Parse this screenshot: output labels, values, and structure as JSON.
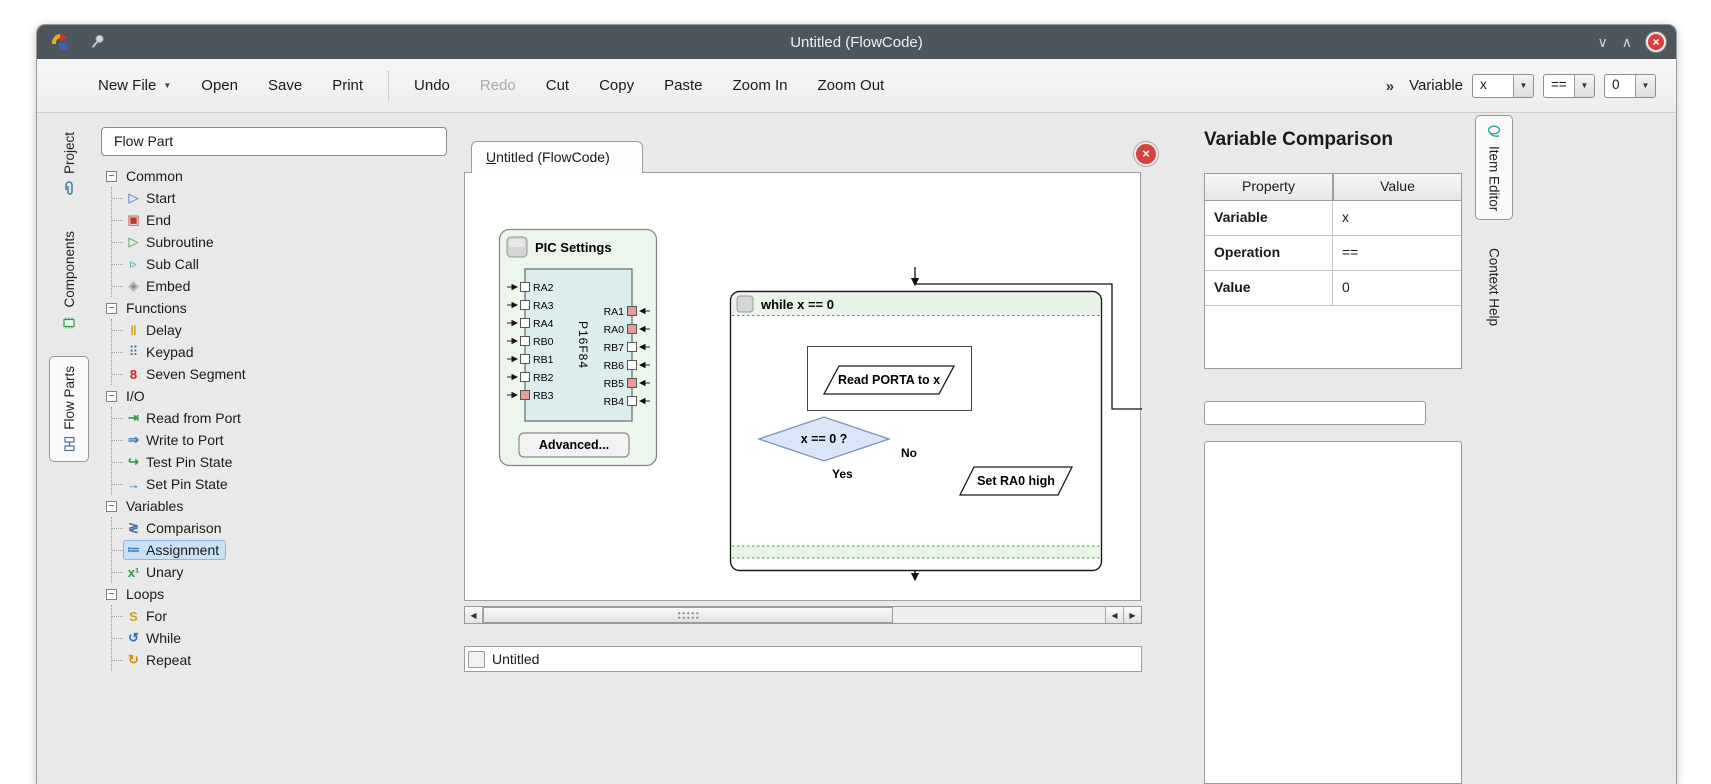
{
  "colors": {
    "titlebar": "#4d565c",
    "selection": "#c9e0f7",
    "loop_green": "#e8f4e8",
    "decision_blue": "#d9e6f7",
    "close_red": "#d6423e"
  },
  "titlebar": {
    "title": "Untitled (FlowCode)",
    "minimize_glyph": "∨",
    "maximize_glyph": "∧",
    "close_glyph": "×"
  },
  "toolbar": {
    "buttons": {
      "new_file": "New File",
      "open": "Open",
      "save": "Save",
      "print": "Print",
      "undo": "Undo",
      "redo": "Redo",
      "cut": "Cut",
      "copy": "Copy",
      "paste": "Paste",
      "zoom_in": "Zoom In",
      "zoom_out": "Zoom Out"
    },
    "overflow_glyph": "»",
    "dropdown_glyph": "▼",
    "variable_label": "Variable",
    "combos": {
      "variable": "x",
      "operation": "==",
      "value": "0"
    }
  },
  "left_tabs": {
    "project": "Project",
    "components": "Components",
    "flow_parts": "Flow Parts"
  },
  "flow_panel": {
    "header": "Flow Part",
    "selected_item": "Assignment",
    "groups": [
      {
        "label": "Common",
        "items": [
          {
            "label": "Start"
          },
          {
            "label": "End"
          },
          {
            "label": "Subroutine"
          },
          {
            "label": "Sub Call"
          },
          {
            "label": "Embed"
          }
        ]
      },
      {
        "label": "Functions",
        "items": [
          {
            "label": "Delay"
          },
          {
            "label": "Keypad"
          },
          {
            "label": "Seven Segment"
          }
        ]
      },
      {
        "label": "I/O",
        "items": [
          {
            "label": "Read from Port"
          },
          {
            "label": "Write to Port"
          },
          {
            "label": "Test Pin State"
          },
          {
            "label": "Set Pin State"
          }
        ]
      },
      {
        "label": "Variables",
        "items": [
          {
            "label": "Comparison"
          },
          {
            "label": "Assignment"
          },
          {
            "label": "Unary"
          }
        ]
      },
      {
        "label": "Loops",
        "items": [
          {
            "label": "For"
          },
          {
            "label": "While"
          },
          {
            "label": "Repeat"
          }
        ]
      }
    ]
  },
  "icons": {
    "expander_glyph": "−",
    "start": "▷",
    "end": "▣",
    "subroutine": "▷",
    "sub_call": "▹",
    "embed": "◈",
    "delay": "‖",
    "keypad": "⠿",
    "seven_segment": "8",
    "read_port": "⇥",
    "write_port": "⇒",
    "test_pin": "↪",
    "set_pin": "→",
    "comparison": "≷",
    "assignment": "≔",
    "unary": "x¹",
    "for": "S",
    "while": "↺",
    "repeat": "↻"
  },
  "canvas": {
    "tab": {
      "accel": "U",
      "rest": "ntitled (FlowCode)"
    },
    "bottom_tab_label": "Untitled",
    "pic": {
      "title": "PIC Settings",
      "chip_label": "P16F84",
      "left_pins": [
        "RA2",
        "RA3",
        "RA4",
        "RB0",
        "RB1",
        "RB2",
        "RB3"
      ],
      "right_pins": [
        "RA1",
        "RA0",
        "RB7",
        "RB6",
        "RB5",
        "RB4"
      ],
      "advanced_button": "Advanced..."
    },
    "flowchart": {
      "while_label": "while x == 0",
      "read_label": "Read PORTA to x",
      "decision_label": "x == 0 ?",
      "yes_label": "Yes",
      "no_label": "No",
      "set_label": "Set RA0 high"
    }
  },
  "scrollbar": {
    "left_glyph": "◀",
    "right_glyph": "▶"
  },
  "item_editor": {
    "title": "Variable Comparison",
    "columns": [
      "Property",
      "Value"
    ],
    "rows": [
      {
        "property": "Variable",
        "value": "x"
      },
      {
        "property": "Operation",
        "value": "=="
      },
      {
        "property": "Value",
        "value": "0"
      }
    ]
  },
  "right_tabs": {
    "item_editor": "Item Editor",
    "context_help": "Context Help"
  }
}
